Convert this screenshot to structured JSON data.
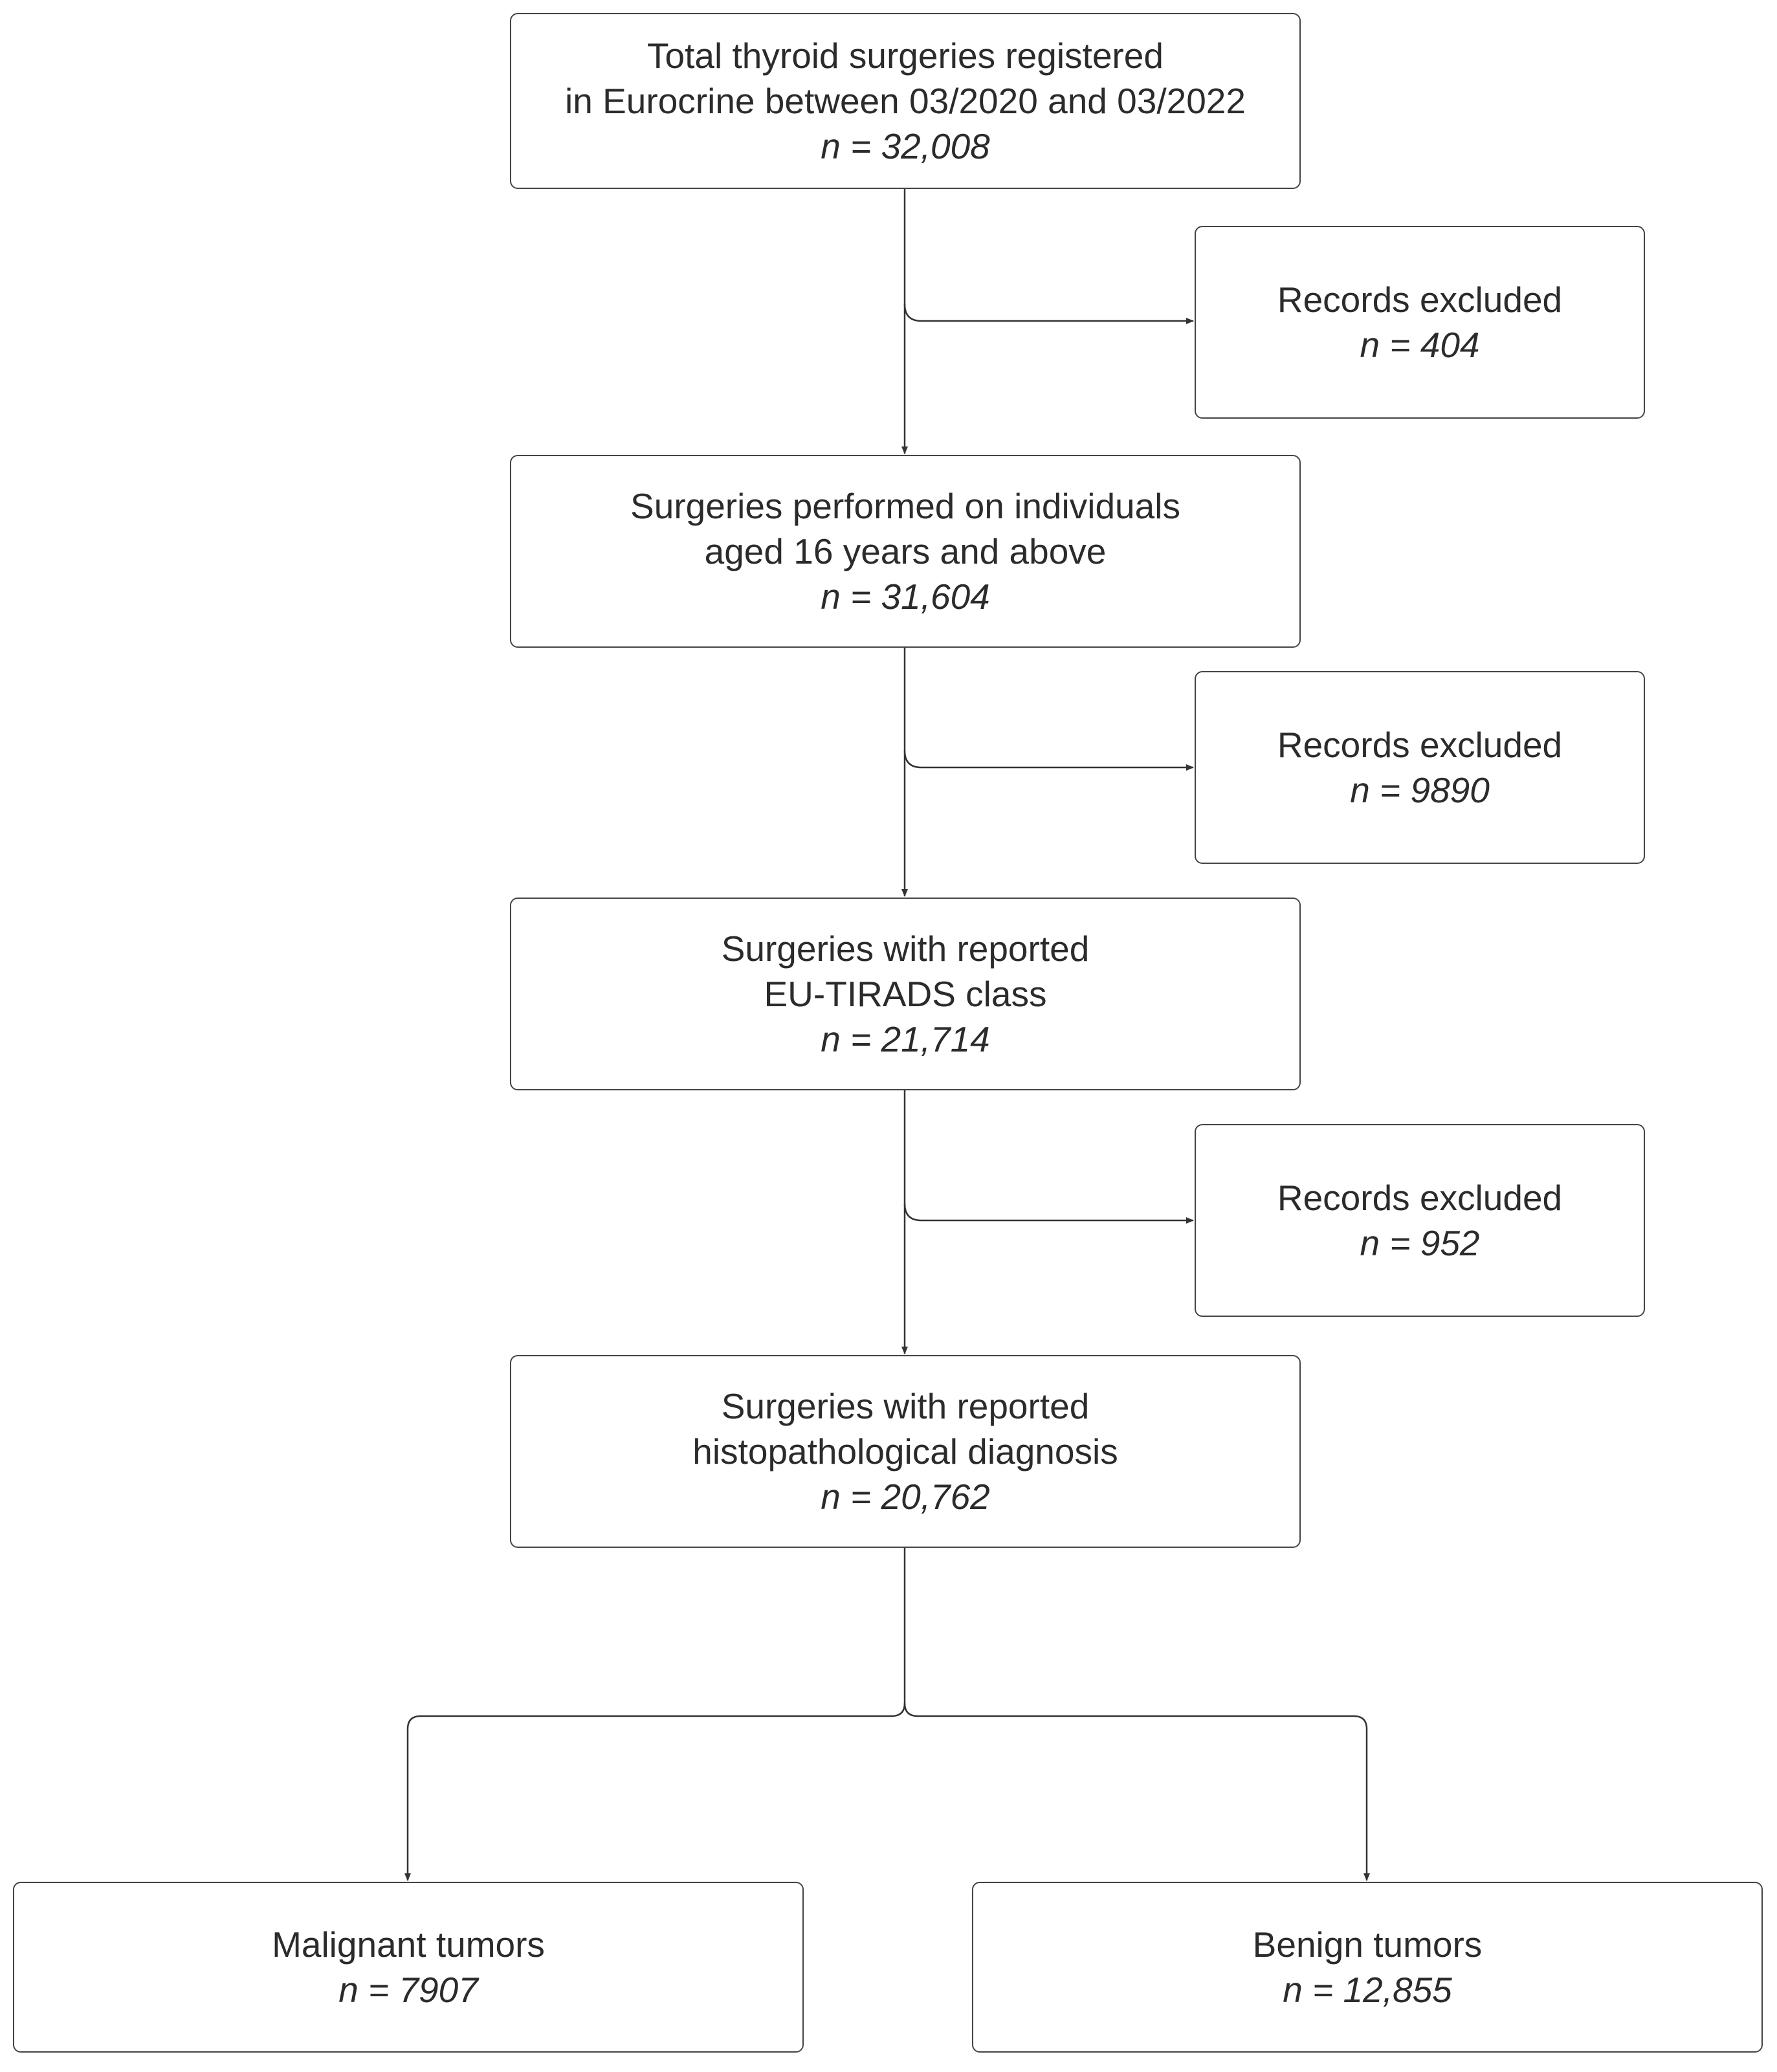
{
  "flowchart": {
    "total": {
      "lines": [
        "Total thyroid surgeries registered",
        "in Eurocrine between 03/2020 and 03/2022"
      ],
      "n": "n = 32,008"
    },
    "excluded_1": {
      "lines": [
        "Records excluded"
      ],
      "n": "n = 404"
    },
    "age": {
      "lines": [
        "Surgeries performed on individuals",
        "aged 16 years and above"
      ],
      "n": "n = 31,604"
    },
    "excluded_2": {
      "lines": [
        "Records excluded"
      ],
      "n": "n = 9890"
    },
    "tirads": {
      "lines": [
        "Surgeries with reported",
        "EU-TIRADS class"
      ],
      "n": "n = 21,714"
    },
    "excluded_3": {
      "lines": [
        "Records excluded"
      ],
      "n": "n = 952"
    },
    "histo": {
      "lines": [
        "Surgeries with reported",
        "histopathological diagnosis"
      ],
      "n": "n = 20,762"
    },
    "malignant": {
      "lines": [
        "Malignant tumors"
      ],
      "n": "n = 7907"
    },
    "benign": {
      "lines": [
        "Benign tumors"
      ],
      "n": "n = 12,855"
    }
  },
  "colors": {
    "line": "#333333",
    "border": "#444444",
    "text": "#2b2b2b"
  }
}
